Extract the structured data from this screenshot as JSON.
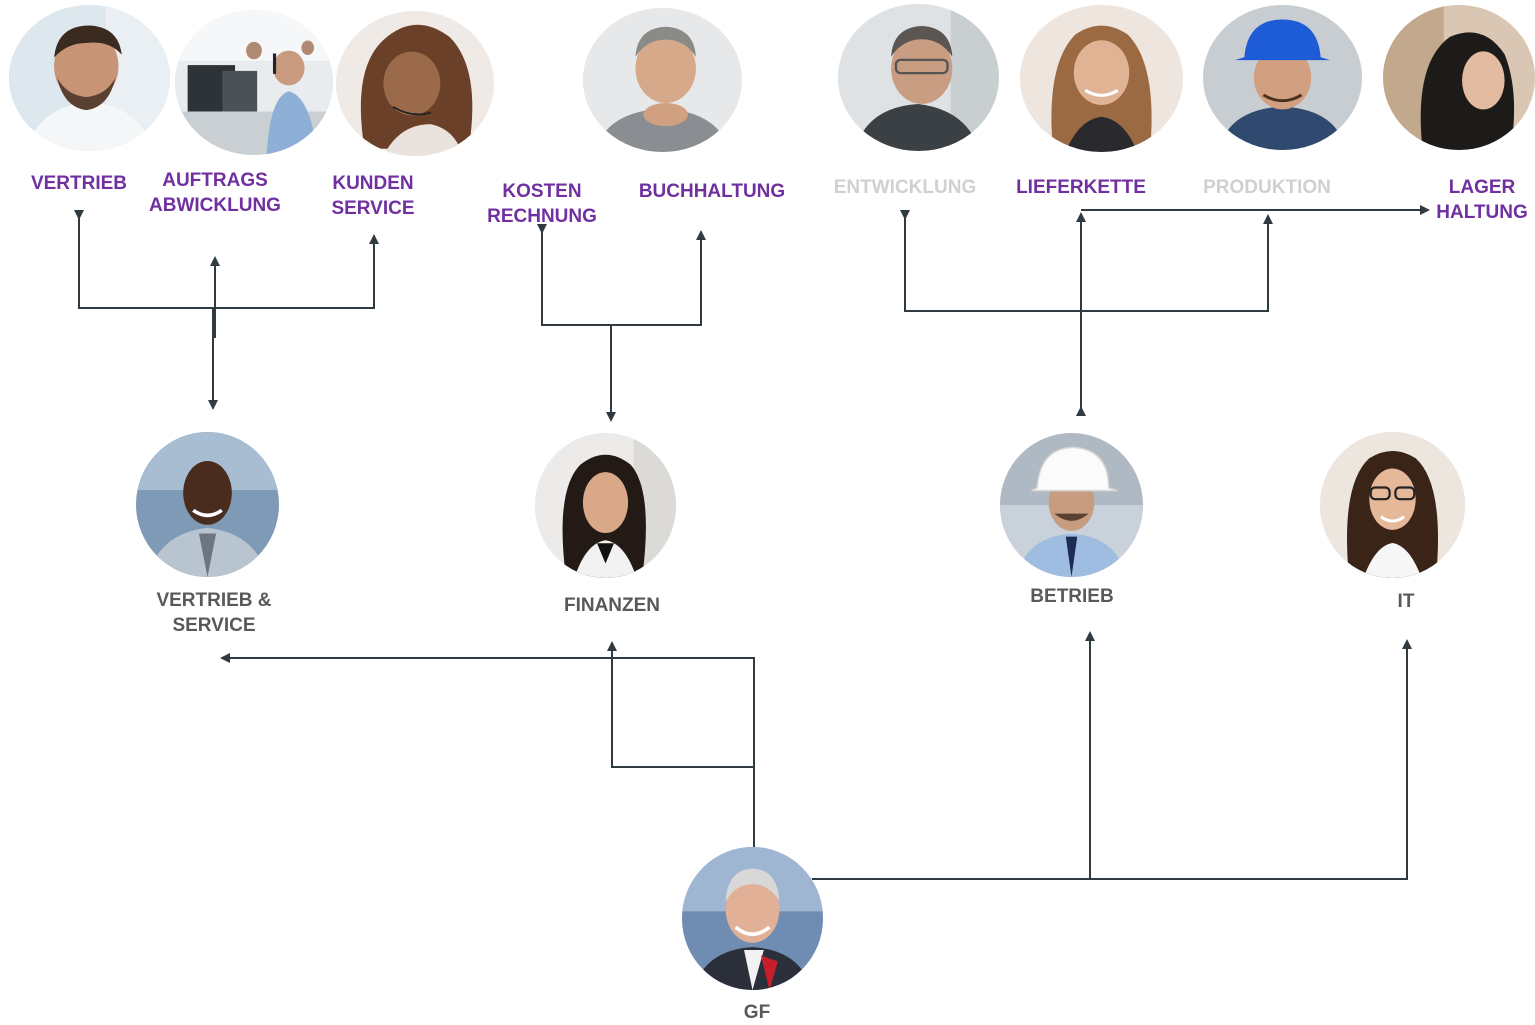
{
  "colors": {
    "department": "#7030a0",
    "department_muted": "#d0d0d0",
    "head": "#595959",
    "connector": "#2f3b40"
  },
  "departments": {
    "vertrieb": {
      "lines": [
        "VERTRIEB"
      ],
      "muted": false,
      "photo": "man-smiling-photo"
    },
    "auftrags": {
      "lines": [
        "AUFTRAGS",
        "ABWICKLUNG"
      ],
      "muted": false,
      "photo": "call-center-photo"
    },
    "kundenservice": {
      "lines": [
        "KUNDEN",
        "SERVICE"
      ],
      "muted": false,
      "photo": "woman-headset-photo"
    },
    "kosten": {
      "lines": [
        "KOSTEN",
        "RECHNUNG"
      ],
      "muted": false,
      "photo": ""
    },
    "buchhaltung": {
      "lines": [
        "BUCHHALTUNG"
      ],
      "muted": false,
      "photo": "man-thinking-photo"
    },
    "entwicklung": {
      "lines": [
        "ENTWICKLUNG"
      ],
      "muted": true,
      "photo": "man-glasses-photo"
    },
    "lieferkette": {
      "lines": [
        "LIEFERKETTE"
      ],
      "muted": false,
      "photo": "woman-smiling-photo"
    },
    "produktion": {
      "lines": [
        "PRODUKTION"
      ],
      "muted": true,
      "photo": "worker-blue-helmet-photo"
    },
    "lager": {
      "lines": [
        "LAGER",
        "HALTUNG"
      ],
      "muted": false,
      "photo": "woman-warehouse-photo"
    }
  },
  "heads": {
    "vertrieb_service": {
      "lines": [
        "VERTRIEB &",
        "SERVICE"
      ],
      "photo": "businessman-photo"
    },
    "finanzen": {
      "lines": [
        "FINANZEN"
      ],
      "photo": "businesswoman-photo"
    },
    "betrieb": {
      "lines": [
        "BETRIEB"
      ],
      "photo": "engineer-white-helmet-photo"
    },
    "it": {
      "lines": [
        "IT"
      ],
      "photo": "woman-glasses-photo"
    },
    "gf": {
      "lines": [
        "GF"
      ],
      "photo": "executive-photo"
    }
  }
}
